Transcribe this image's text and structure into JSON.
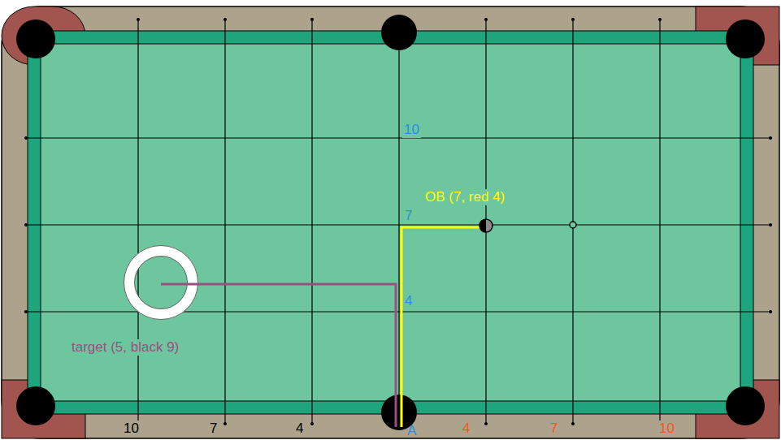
{
  "diagram": {
    "labels": [
      "10",
      "OB (7, red 4)",
      "7",
      "4",
      "target (5, black 9)",
      "10",
      "7",
      "4",
      "A",
      "4",
      "7",
      "10"
    ]
  }
}
